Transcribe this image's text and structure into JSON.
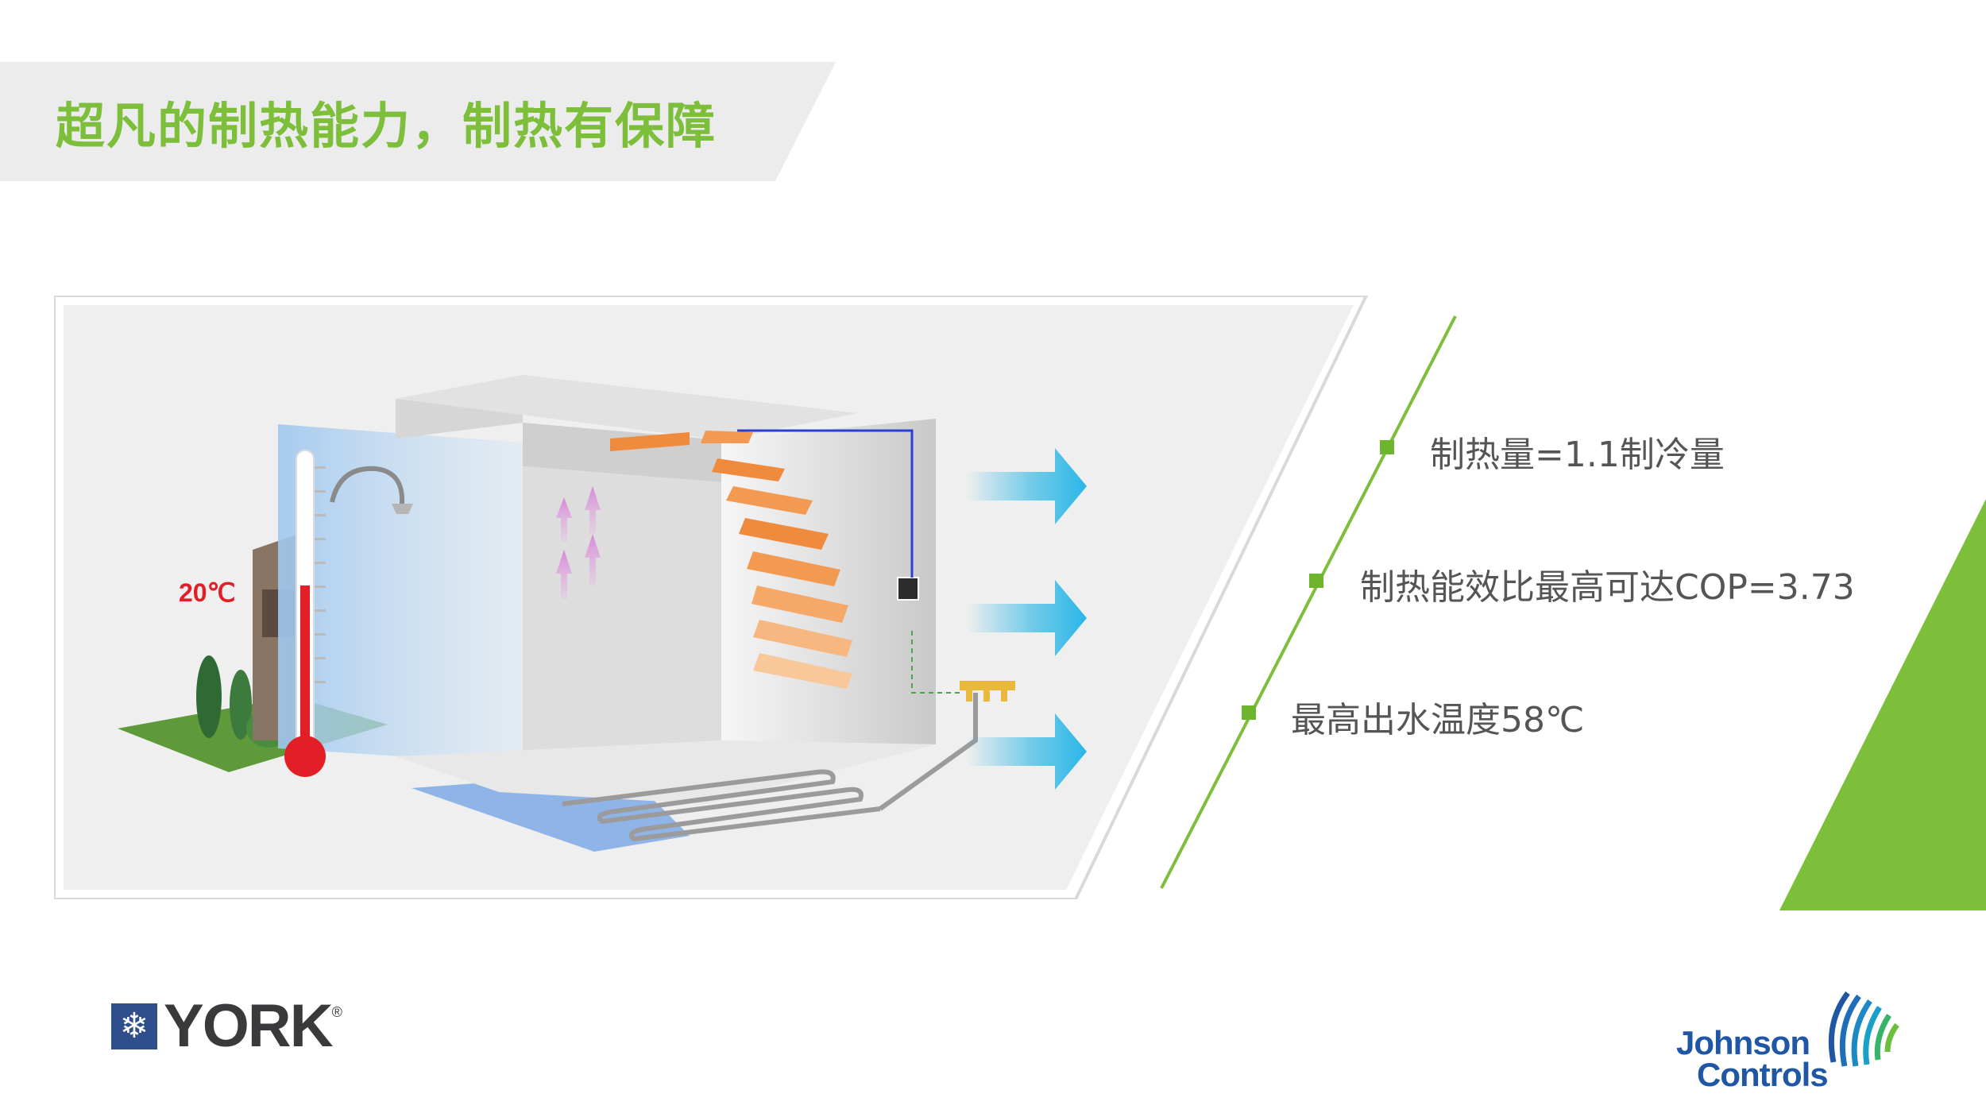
{
  "title": "超凡的制热能力，制热有保障",
  "illustration": {
    "temperature_label": "20℃"
  },
  "features": [
    {
      "text": "制热量=1.1制冷量"
    },
    {
      "text": "制热能效比最高可达COP=3.73"
    },
    {
      "text": "最高出水温度58℃"
    }
  ],
  "logos": {
    "york": {
      "text": "YORK",
      "registered_mark": "®"
    },
    "johnson_controls": {
      "line1": "Johnson",
      "line2": "Controls"
    }
  },
  "colors": {
    "accent_green": "#7dbf3b",
    "heat_orange": "#f08a3c",
    "arrow_blue": "#3bbbe6",
    "thermometer_red": "#e21f26"
  }
}
